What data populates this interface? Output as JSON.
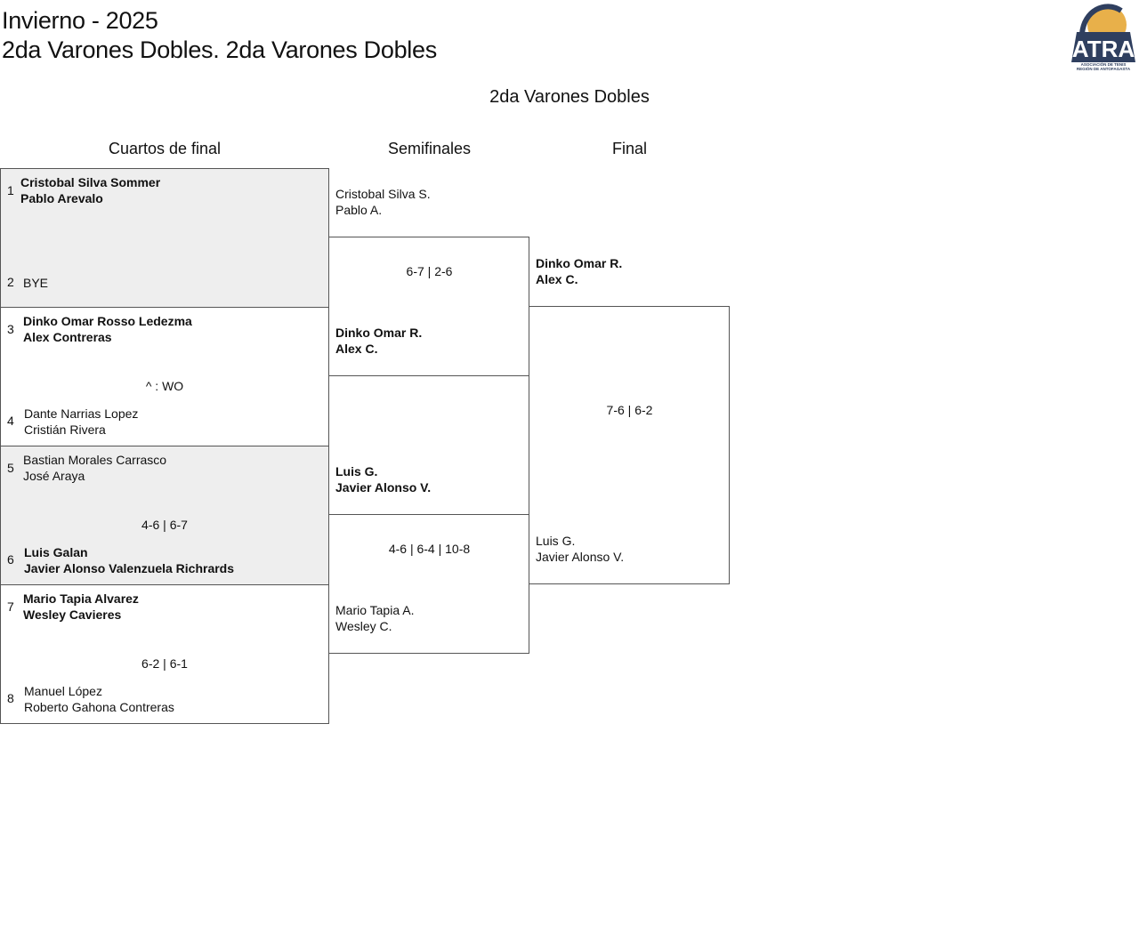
{
  "header": {
    "title": "Invierno - 2025",
    "subtitle": "2da Varones Dobles. 2da Varones Dobles",
    "logo_text": "ATRA",
    "logo_subtext": "ASOCIACIÓN DE TENIS REGIÓN DE ANTOFAGASTA"
  },
  "draw_title": "2da Varones Dobles",
  "rounds": [
    "Cuartos de final",
    "Semifinales",
    "Final"
  ],
  "quarterfinals": [
    {
      "score": "",
      "top": {
        "seed": "1",
        "p1": "Cristobal Silva Sommer",
        "p2": "Pablo Arevalo",
        "winner": true
      },
      "bottom": {
        "seed": "2",
        "p1": "BYE",
        "p2": "",
        "winner": false
      }
    },
    {
      "score": "^ : WO",
      "top": {
        "seed": "3",
        "p1": "Dinko Omar Rosso Ledezma",
        "p2": "Alex Contreras",
        "winner": true
      },
      "bottom": {
        "seed": "4",
        "p1": "Dante Narrias Lopez",
        "p2": "Cristián Rivera",
        "winner": false
      }
    },
    {
      "score": "4-6 | 6-7",
      "top": {
        "seed": "5",
        "p1": "Bastian Morales Carrasco",
        "p2": "José Araya",
        "winner": false
      },
      "bottom": {
        "seed": "6",
        "p1": "Luis Galan",
        "p2": "Javier Alonso Valenzuela Richrards",
        "winner": true
      }
    },
    {
      "score": "6-2 | 6-1",
      "top": {
        "seed": "7",
        "p1": "Mario Tapia Alvarez",
        "p2": "Wesley Cavieres",
        "winner": true
      },
      "bottom": {
        "seed": "8",
        "p1": "Manuel López",
        "p2": "Roberto Gahona Contreras",
        "winner": false
      }
    }
  ],
  "semifinals": [
    {
      "score": "6-7 | 2-6",
      "top": {
        "p1": "Cristobal Silva S.",
        "p2": "Pablo A.",
        "winner": false
      },
      "bottom": {
        "p1": "Dinko Omar R.",
        "p2": "Alex C.",
        "winner": true
      }
    },
    {
      "score": "4-6 | 6-4 | 10-8",
      "top": {
        "p1": "Luis G.",
        "p2": "Javier Alonso V.",
        "winner": true
      },
      "bottom": {
        "p1": "Mario Tapia A.",
        "p2": "Wesley C.",
        "winner": false
      }
    }
  ],
  "final": {
    "score": "7-6 | 6-2",
    "top": {
      "p1": "Dinko Omar R.",
      "p2": "Alex C.",
      "winner": true
    },
    "bottom": {
      "p1": "Luis G.",
      "p2": "Javier Alonso V.",
      "winner": false
    }
  },
  "colors": {
    "logo_navy": "#2f3f5f",
    "logo_gold": "#e8b04a",
    "shade": "#eeeeee"
  }
}
